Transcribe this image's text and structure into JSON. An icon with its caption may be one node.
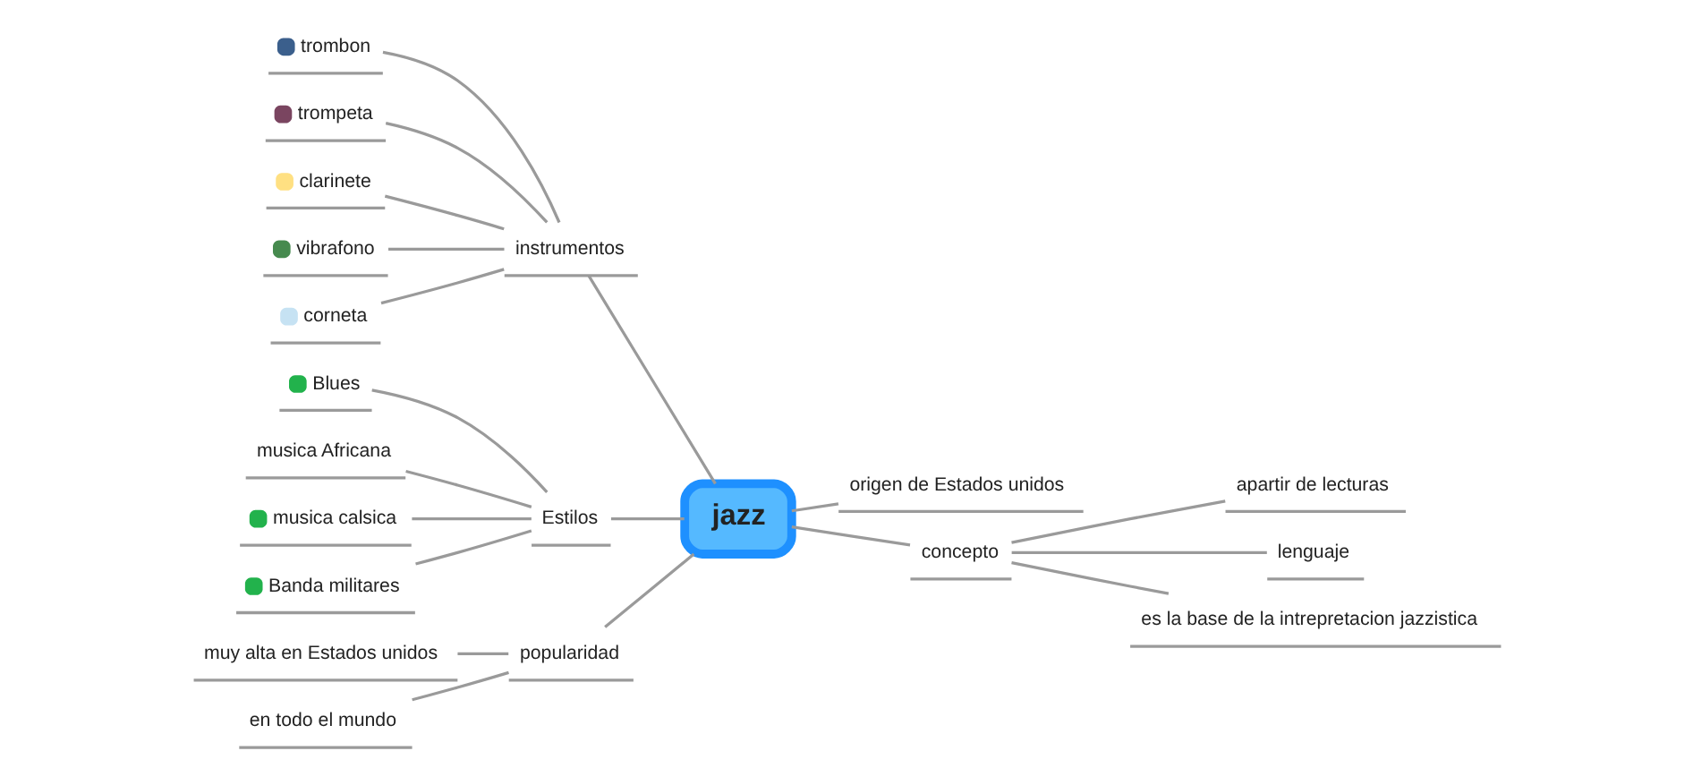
{
  "diagram": {
    "nodes": [
      {
        "text": [
          "jazz"
        ]
      },
      {
        "text": [
          "instrumentos"
        ]
      },
      {
        "text": [
          "trombon"
        ]
      },
      {
        "text": [
          "trompeta"
        ]
      },
      {
        "text": [
          "clarinete"
        ]
      },
      {
        "text": [
          "vibrafono"
        ]
      },
      {
        "text": [
          "corneta"
        ]
      },
      {
        "text": [
          "Estilos"
        ]
      },
      {
        "text": [
          "Blues"
        ]
      },
      {
        "text": [
          "musica Africana"
        ]
      },
      {
        "text": [
          "musica calsica"
        ]
      },
      {
        "text": [
          "Banda militares"
        ]
      },
      {
        "text": [
          "popularidad"
        ]
      },
      {
        "text": [
          "muy alta en Estados unidos"
        ]
      },
      {
        "text": [
          "en todo el mundo"
        ]
      },
      {
        "text": [
          "origen de Estados unidos"
        ]
      },
      {
        "text": [
          "concepto"
        ]
      },
      {
        "text": [
          "apartir de lecturas"
        ]
      },
      {
        "text": [
          "lenguaje"
        ]
      },
      {
        "text": [
          "es la base de la intrepretacion jazzistica"
        ]
      }
    ],
    "edges": [
      {
        "from": 0,
        "to": 1,
        "arrow": "none"
      },
      {
        "from": 1,
        "to": 2,
        "arrow": "none"
      },
      {
        "from": 1,
        "to": 3,
        "arrow": "none"
      },
      {
        "from": 1,
        "to": 4,
        "arrow": "none"
      },
      {
        "from": 1,
        "to": 5,
        "arrow": "none"
      },
      {
        "from": 1,
        "to": 6,
        "arrow": "none"
      },
      {
        "from": 0,
        "to": 7,
        "arrow": "none"
      },
      {
        "from": 7,
        "to": 8,
        "arrow": "none"
      },
      {
        "from": 7,
        "to": 9,
        "arrow": "none"
      },
      {
        "from": 7,
        "to": 10,
        "arrow": "none"
      },
      {
        "from": 7,
        "to": 11,
        "arrow": "none"
      },
      {
        "from": 0,
        "to": 12,
        "arrow": "none"
      },
      {
        "from": 12,
        "to": 13,
        "arrow": "none"
      },
      {
        "from": 12,
        "to": 14,
        "arrow": "none"
      },
      {
        "from": 0,
        "to": 15,
        "arrow": "none"
      },
      {
        "from": 0,
        "to": 16,
        "arrow": "none"
      },
      {
        "from": 16,
        "to": 17,
        "arrow": "none"
      },
      {
        "from": 16,
        "to": 18,
        "arrow": "none"
      },
      {
        "from": 16,
        "to": 19,
        "arrow": "none"
      }
    ]
  }
}
